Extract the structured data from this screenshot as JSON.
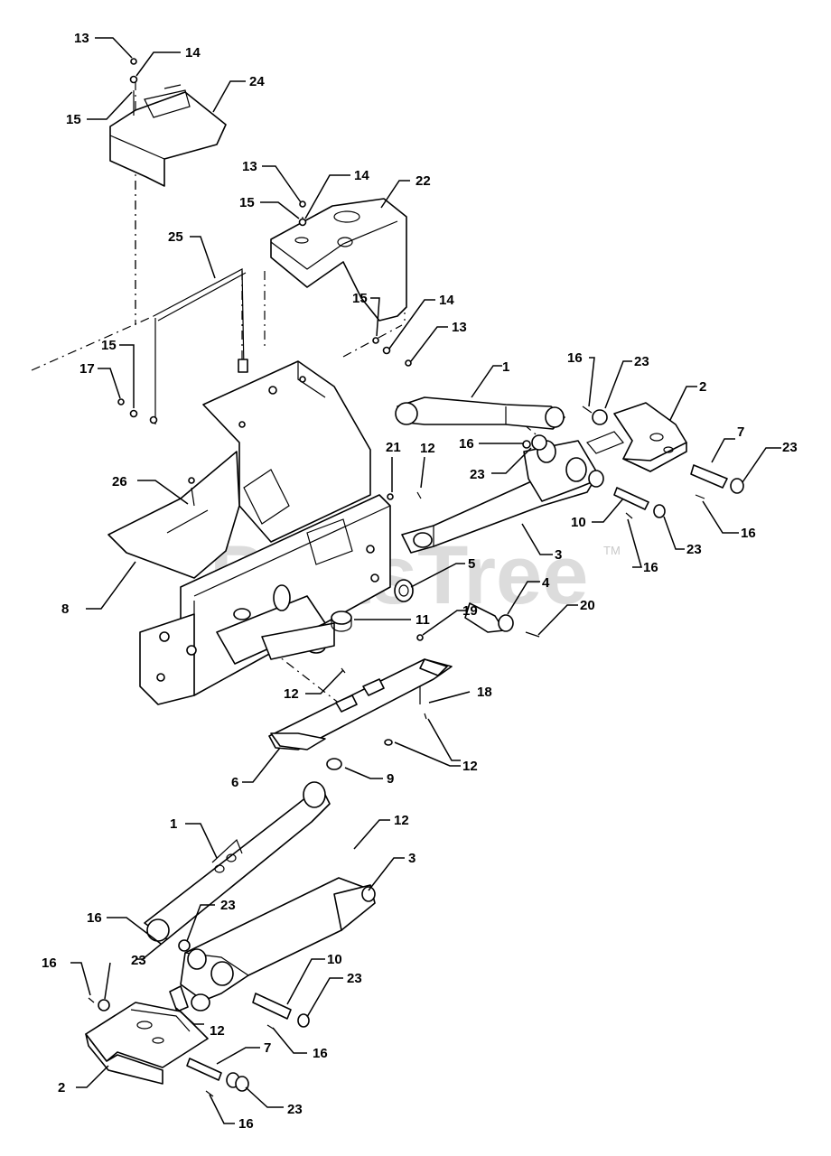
{
  "watermark": {
    "text": "PartsTree",
    "tm": "TM"
  },
  "callouts": [
    "13",
    "14",
    "15",
    "24",
    "13",
    "14",
    "15",
    "22",
    "25",
    "15",
    "14",
    "13",
    "15",
    "17",
    "1",
    "16",
    "23",
    "2",
    "21",
    "12",
    "16",
    "23",
    "7",
    "23",
    "26",
    "10",
    "3",
    "16",
    "23",
    "16",
    "5",
    "4",
    "8",
    "19",
    "20",
    "11",
    "12",
    "18",
    "12",
    "6",
    "9",
    "1",
    "12",
    "3",
    "16",
    "23",
    "23",
    "10",
    "23",
    "16",
    "12",
    "16",
    "7",
    "2",
    "23",
    "16"
  ]
}
